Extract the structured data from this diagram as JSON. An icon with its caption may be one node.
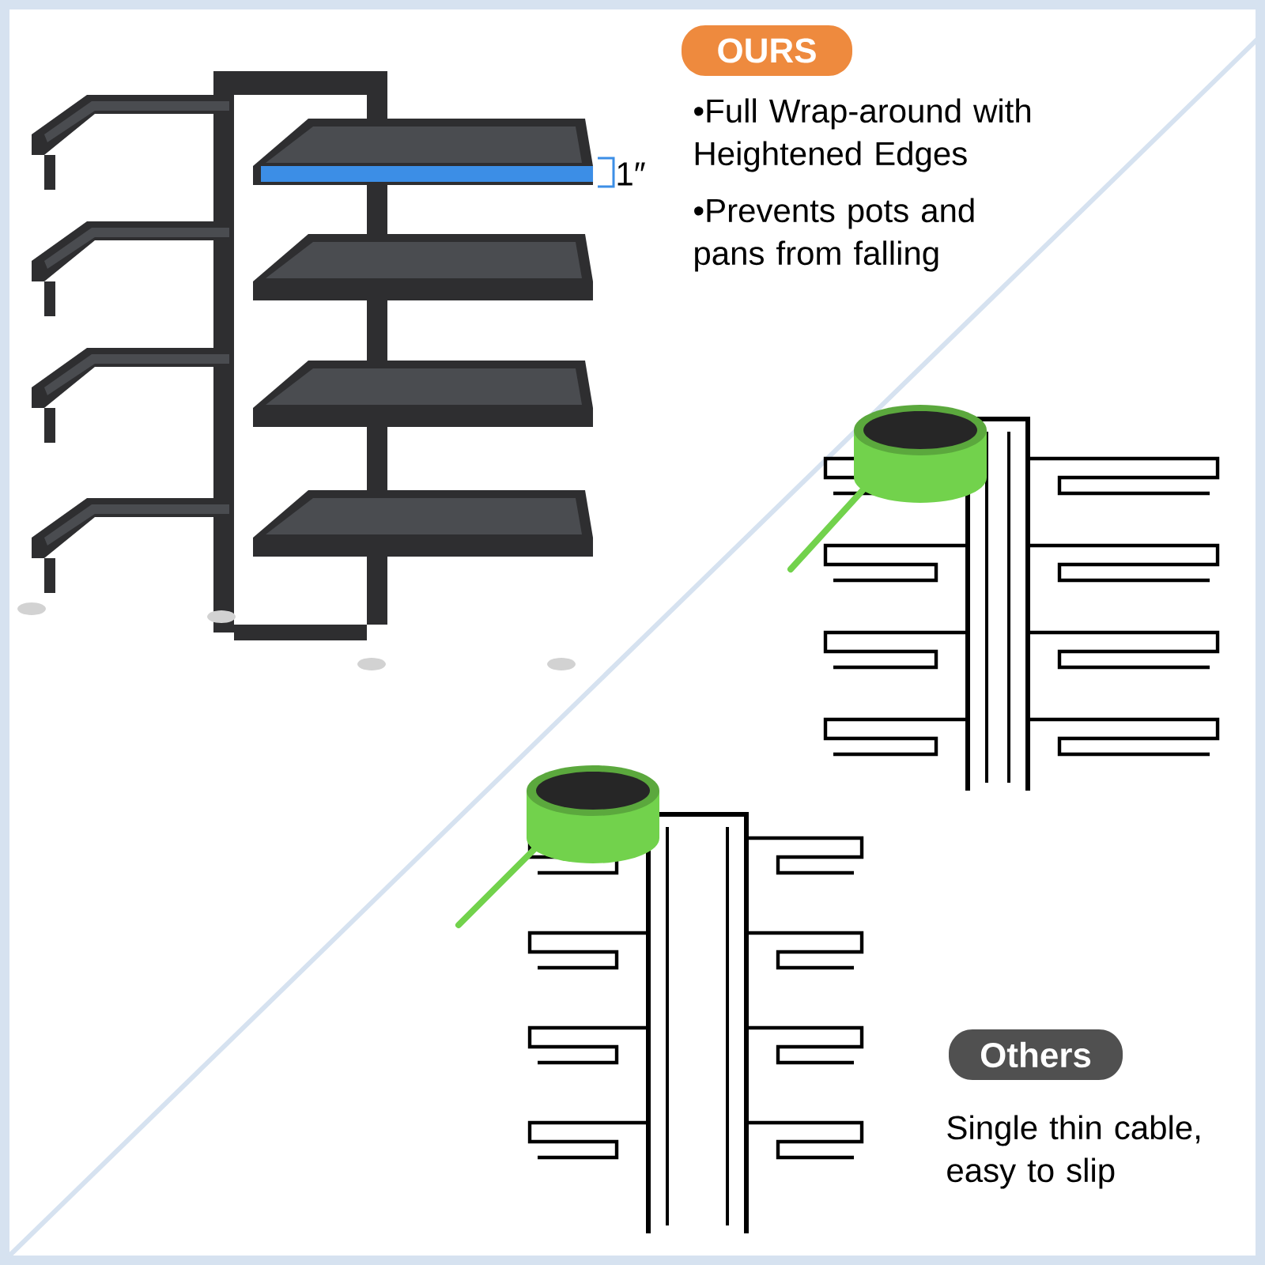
{
  "diagram": {
    "nodes": [
      {
        "text": [
          "OURS"
        ]
      },
      {
        "text": [
          "Others"
        ]
      }
    ],
    "labels": [
      "•Full Wrap-around with Heightened Edges",
      "1″",
      "•Prevents pots and pans from falling",
      "Single thin cable, easy to slip"
    ]
  }
}
